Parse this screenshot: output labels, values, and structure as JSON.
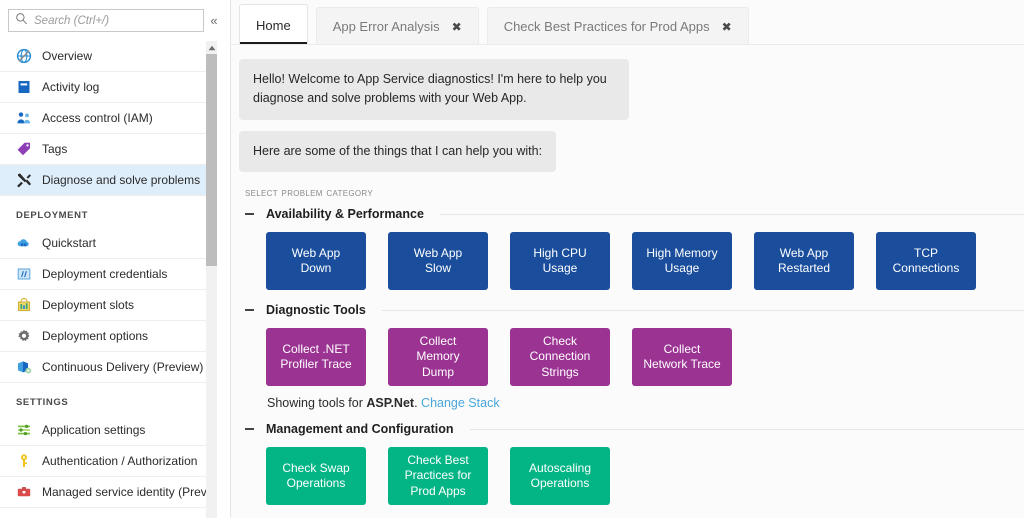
{
  "sidebar": {
    "search": {
      "placeholder": "Search (Ctrl+/)",
      "value": ""
    },
    "collapse_label": "«",
    "items": [
      {
        "label": "Overview",
        "icon": "globe-icon",
        "selected": false
      },
      {
        "label": "Activity log",
        "icon": "activity-log-icon",
        "selected": false
      },
      {
        "label": "Access control (IAM)",
        "icon": "access-control-icon",
        "selected": false
      },
      {
        "label": "Tags",
        "icon": "tag-icon",
        "selected": false
      },
      {
        "label": "Diagnose and solve problems",
        "icon": "wrench-icon",
        "selected": true
      }
    ],
    "group_deployment": "DEPLOYMENT",
    "deployment_items": [
      {
        "label": "Quickstart",
        "icon": "cloud-icon"
      },
      {
        "label": "Deployment credentials",
        "icon": "credentials-icon"
      },
      {
        "label": "Deployment slots",
        "icon": "slots-icon"
      },
      {
        "label": "Deployment options",
        "icon": "gear-icon"
      },
      {
        "label": "Continuous Delivery (Preview)",
        "icon": "continuous-delivery-icon"
      }
    ],
    "group_settings": "SETTINGS",
    "settings_items": [
      {
        "label": "Application settings",
        "icon": "sliders-icon"
      },
      {
        "label": "Authentication / Authorization",
        "icon": "key-icon"
      },
      {
        "label": "Managed service identity (Prev",
        "icon": "toolbox-icon"
      }
    ]
  },
  "tabs": [
    {
      "label": "Home",
      "active": true,
      "closable": false
    },
    {
      "label": "App Error Analysis",
      "active": false,
      "closable": true
    },
    {
      "label": "Check Best Practices for Prod Apps",
      "active": false,
      "closable": true
    }
  ],
  "close_glyph": "✖",
  "chat": {
    "greeting": "Hello! Welcome to App Service diagnostics! I'm here to help you diagnose and solve problems with your Web App.",
    "second": "Here are some of the things that I can help you with:"
  },
  "category_heading": "Select Problem Category",
  "sections": [
    {
      "title": "Availability & Performance",
      "color": "blue",
      "tiles": [
        "Web App\nDown",
        "Web App\nSlow",
        "High CPU\nUsage",
        "High Memory\nUsage",
        "Web App\nRestarted",
        "TCP\nConnections"
      ]
    },
    {
      "title": "Diagnostic Tools",
      "color": "magenta",
      "tiles": [
        "Collect .NET\nProfiler Trace",
        "Collect\nMemory\nDump",
        "Check\nConnection\nStrings",
        "Collect\nNetwork Trace"
      ]
    },
    {
      "title": "Management and Configuration",
      "color": "green",
      "tiles": [
        "Check Swap\nOperations",
        "Check Best\nPractices for\nProd Apps",
        "Autoscaling\nOperations"
      ]
    }
  ],
  "stack_note": {
    "prefix": "Showing tools for ",
    "stack": "ASP.Net",
    "suffix": ".",
    "link": "Change Stack"
  },
  "colors": {
    "blue": "#1A4E9C",
    "magenta": "#9B3393",
    "green": "#03B585",
    "selected_nav": "#DFEEFB",
    "link": "#4AA7DD"
  }
}
